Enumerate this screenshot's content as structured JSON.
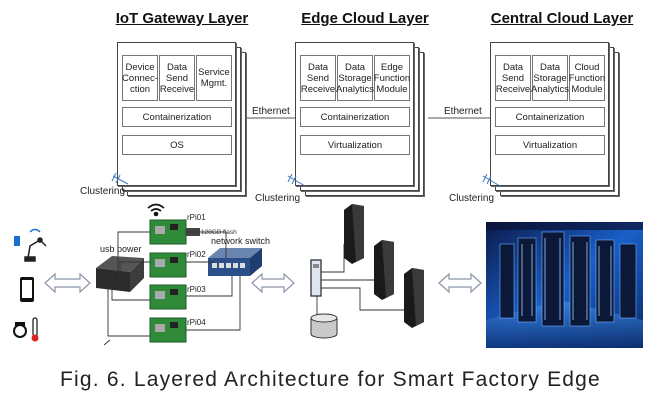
{
  "layers": [
    {
      "title": "IoT Gateway Layer",
      "modules": [
        "Device Connec- ction",
        "Data Send Receive",
        "Service Mgmt."
      ],
      "containerization": "Containerization",
      "base": "OS"
    },
    {
      "title": "Edge Cloud Layer",
      "modules": [
        "Data Send Receive",
        "Data Storage Analytics",
        "Edge Function Module"
      ],
      "containerization": "Containerization",
      "base": "Virtualization"
    },
    {
      "title": "Central Cloud Layer",
      "modules": [
        "Data Send Receive",
        "Data Storage Analytics",
        "Cloud Function Module"
      ],
      "containerization": "Containerization",
      "base": "Virtualization"
    }
  ],
  "connectors": {
    "ethernet_1": "Ethernet",
    "ethernet_2": "Ethernet"
  },
  "clustering": [
    "Clustering",
    "Clustering",
    "Clustering"
  ],
  "hardware": {
    "usb_power": "usb power",
    "network_switch": "network switch",
    "rpis": [
      "rPi01",
      "rPi02",
      "rPi03",
      "rPi04"
    ],
    "flash": "128GB flash"
  },
  "caption": "Fig. 6. Layered Architecture for Smart Factory Edge"
}
